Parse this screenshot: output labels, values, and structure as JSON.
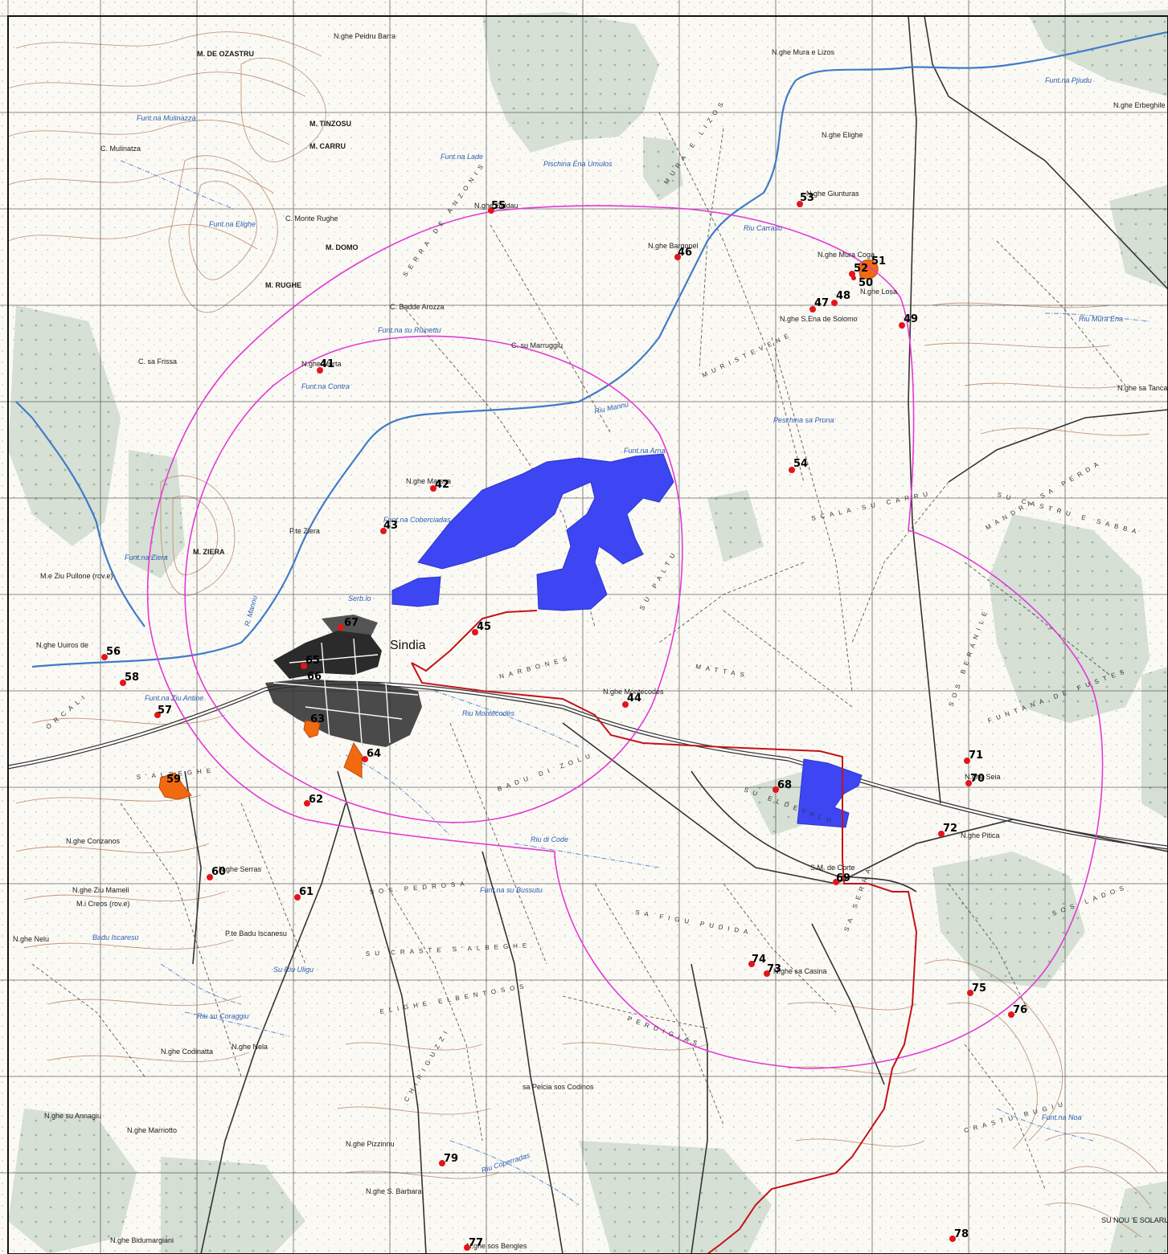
{
  "map": {
    "town_label": "Sindia",
    "colors": {
      "site_marker": "#e3151b",
      "blue_area": "#3d46f2",
      "orange_area": "#f26a10",
      "buffer_circle": "#e23ad6",
      "cable_route": "#c4121a",
      "river": "#3f7cc6",
      "forest": "#c9d8c9"
    },
    "sites": [
      {
        "id": "41",
        "label": "41"
      },
      {
        "id": "42",
        "label": "42"
      },
      {
        "id": "43",
        "label": "43"
      },
      {
        "id": "44",
        "label": "44"
      },
      {
        "id": "45",
        "label": "45"
      },
      {
        "id": "46",
        "label": "46"
      },
      {
        "id": "47",
        "label": "47"
      },
      {
        "id": "48",
        "label": "48"
      },
      {
        "id": "49",
        "label": "49"
      },
      {
        "id": "50",
        "label": "50"
      },
      {
        "id": "51",
        "label": "51"
      },
      {
        "id": "52",
        "label": "52"
      },
      {
        "id": "53",
        "label": "53"
      },
      {
        "id": "54",
        "label": "54"
      },
      {
        "id": "55",
        "label": "55"
      },
      {
        "id": "56",
        "label": "56"
      },
      {
        "id": "57",
        "label": "57"
      },
      {
        "id": "58",
        "label": "58"
      },
      {
        "id": "59",
        "label": "59"
      },
      {
        "id": "60",
        "label": "60"
      },
      {
        "id": "61",
        "label": "61"
      },
      {
        "id": "62",
        "label": "62"
      },
      {
        "id": "63",
        "label": "63"
      },
      {
        "id": "64",
        "label": "64"
      },
      {
        "id": "65",
        "label": "65"
      },
      {
        "id": "66",
        "label": "66"
      },
      {
        "id": "67",
        "label": "67"
      },
      {
        "id": "68",
        "label": "68"
      },
      {
        "id": "69",
        "label": "69"
      },
      {
        "id": "70",
        "label": "70"
      },
      {
        "id": "71",
        "label": "71"
      },
      {
        "id": "72",
        "label": "72"
      },
      {
        "id": "73",
        "label": "73"
      },
      {
        "id": "74",
        "label": "74"
      },
      {
        "id": "75",
        "label": "75"
      },
      {
        "id": "76",
        "label": "76"
      },
      {
        "id": "77",
        "label": "77"
      },
      {
        "id": "78",
        "label": "78"
      },
      {
        "id": "79",
        "label": "79"
      }
    ],
    "place_names": [
      "N.ghe Peidru Barra",
      "M. DE OZASTRU",
      "Funt.na Mulinazza",
      "C. Mulinatza",
      "M. TINZOSU",
      "M. CARRU",
      "C. Monte Rughe",
      "M. DOMO",
      "M. RUGHE",
      "Funt.na Elighe",
      "C. Badde Arozza",
      "Funt.na su Ruinettu",
      "C. su Marruggiu",
      "C. sa Frissa",
      "Funt.na Contra",
      "N.ghe Murta",
      "Funt.na Coberciadas",
      "M. ZIERA",
      "P.te Ziera",
      "Funt.na Ziera",
      "M.e Ziu Pullone (rov.e)",
      "N.ghe Uuiros de",
      "Funt.na Ziu Antine",
      "N.ghe Corizanos",
      "N.ghe Serras",
      "N.ghe Ziu Mameli",
      "M.i Creos (rov.e)",
      "N.ghe Nelu",
      "P.te Badu Iscanesu",
      "N.ghe Codinatta",
      "N.ghe Nela",
      "N.ghe su Annagiu",
      "N.ghe Marriotto",
      "N.ghe Pizzinnu",
      "N.ghe S. Barbara",
      "N.ghe Bidumargiani",
      "N.ghe sos Bengles",
      "sa Pelcia sos Codinos",
      "Funt.na su Bussutu",
      "N.ghe Montecodes",
      "S.M. de Corte",
      "N.ghe sa Casina",
      "Peschina sa Pruna",
      "N.ghe Mura e Lizos",
      "N.ghe Elighe",
      "N.ghe Giunturas",
      "N.ghe Mura Coga",
      "N.ghe Losa",
      "N.ghe S.Ena de Solomo",
      "N.ghe Erbeghile",
      "N.ghe sa Tanca",
      "Funt.na Pjiudu",
      "Pischina Ena Umulos",
      "Funt.na Lade",
      "N.ghe Siddau",
      "N.ghe Bargonel",
      "Funt.na Arna",
      "N.ghe Marssa",
      "N.ghe Seia",
      "N.ghe Pitica",
      "Funt.na Noa",
      "SU NOU 'E SOLARUSS",
      "Serb.lo"
    ],
    "river_names": [
      "Riu Mannu",
      "Riu Montecodes",
      "Riu di Code",
      "Riu su Coraggiu",
      "Riu Coperradas",
      "Riu Mura Ena",
      "Riu Carrasu",
      "R. Mannu",
      "Su Riu Uligu",
      "Badu Iscaresu"
    ],
    "district_names": [
      "MURA E LIZOS",
      "MURISTEVENE",
      "SCALA SU CARRU",
      "SU CASTRU E SABBA",
      "MANDRA SA PERDA",
      "SOS BERANILE",
      "FUNTANA DE FUSTES",
      "SOS PEDROSA",
      "SA FIGU PUDIDA",
      "SU CRASTE S'ALBEGHE",
      "ELIGHE ELBENTOSOS",
      "CHIRIGUZZI",
      "PERDIGIAS",
      "CRASTU RUGIU",
      "SOS LADOS",
      "NARBONES",
      "BADU DI ZOLU",
      "MATTAS",
      "SU ELDEVALU",
      "SA SERRA",
      "S'ALBEGHE",
      "ORCALI",
      "SERRA DE ANZONIS",
      "SU PALTU"
    ]
  }
}
